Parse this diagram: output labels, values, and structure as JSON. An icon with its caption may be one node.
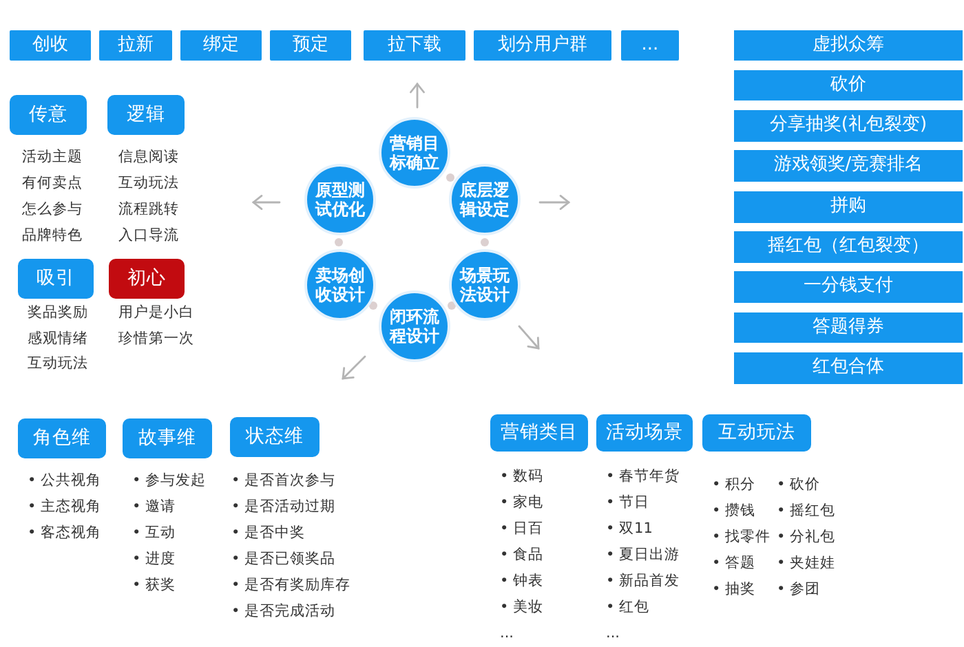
{
  "diagram": {
    "nodes": [
      {
        "text": [
          "创收"
        ]
      },
      {
        "text": [
          "拉新"
        ]
      },
      {
        "text": [
          "绑定"
        ]
      },
      {
        "text": [
          "预定"
        ]
      },
      {
        "text": [
          "拉下载"
        ]
      },
      {
        "text": [
          "划分用户群"
        ]
      },
      {
        "text": [
          "..."
        ]
      },
      {
        "text": [
          "虚拟众筹"
        ]
      },
      {
        "text": [
          "砍价"
        ]
      },
      {
        "text": [
          "分享抽奖(礼包裂变)"
        ]
      },
      {
        "text": [
          "游戏领奖/竞赛排名"
        ]
      },
      {
        "text": [
          "拼购"
        ]
      },
      {
        "text": [
          "摇红包（红包裂变）"
        ]
      },
      {
        "text": [
          "一分钱支付"
        ]
      },
      {
        "text": [
          "答题得券"
        ]
      },
      {
        "text": [
          "红包合体"
        ]
      },
      {
        "text": [
          "传意"
        ],
        "beside": [
          "活动主题",
          "有何卖点",
          "怎么参与",
          "品牌特色"
        ]
      },
      {
        "text": [
          "逻辑"
        ],
        "beside": [
          "信息阅读",
          "互动玩法",
          "流程跳转",
          "入口导流"
        ]
      },
      {
        "text": [
          "吸引"
        ],
        "beside": [
          "奖品奖励",
          "感观情绪",
          "互动玩法"
        ]
      },
      {
        "text": [
          "初心"
        ],
        "beside": [
          "用户是小白",
          "珍惜第一次"
        ]
      },
      {
        "text": [
          "营销目标确立"
        ]
      },
      {
        "text": [
          "底层逻辑设定"
        ]
      },
      {
        "text": [
          "场景玩法设计"
        ]
      },
      {
        "text": [
          "闭环流程设计"
        ]
      },
      {
        "text": [
          "卖场创收设计"
        ]
      },
      {
        "text": [
          "原型测试优化"
        ]
      },
      {
        "text": [
          "角色维"
        ],
        "beside": [
          "• 公共视角",
          "• 主态视角",
          "• 客态视角"
        ]
      },
      {
        "text": [
          "故事维"
        ],
        "beside": [
          "• 参与发起",
          "• 邀请",
          "• 互动",
          "• 进度",
          "• 获奖"
        ]
      },
      {
        "text": [
          "状态维"
        ],
        "beside": [
          "• 是否首次参与",
          "• 是否活动过期",
          "• 是否中奖",
          "• 是否已领奖品",
          "• 是否有奖励库存",
          "• 是否完成活动"
        ]
      },
      {
        "text": [
          "营销类目"
        ],
        "beside": [
          "• 数码",
          "• 家电",
          "• 日百",
          "• 食品",
          "• 钟表",
          "• 美妆",
          "..."
        ]
      },
      {
        "text": [
          "活动场景"
        ],
        "beside": [
          "• 春节年货",
          "• 节日",
          "• 双11",
          "• 夏日出游",
          "• 新品首发",
          "• 红包",
          "..."
        ]
      },
      {
        "text": [
          "互动玩法"
        ],
        "beside": [
          "• 积分",
          "• 攒钱",
          "• 找零件",
          "• 答题",
          "• 抽奖",
          "• 砍价",
          "• 摇红包",
          "• 分礼包",
          "• 夹娃娃",
          "• 参团"
        ]
      }
    ]
  }
}
